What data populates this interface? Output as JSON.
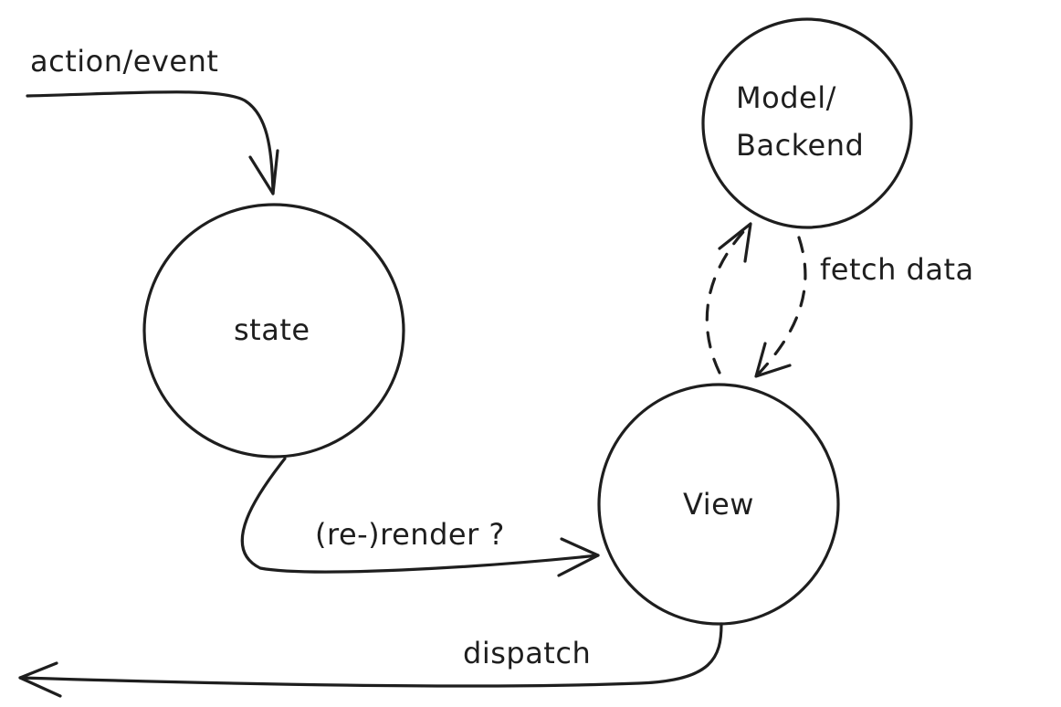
{
  "diagram": {
    "nodes": [
      {
        "id": "state",
        "label": "state"
      },
      {
        "id": "model",
        "label_lines": [
          "Model/",
          "Backend"
        ]
      },
      {
        "id": "view",
        "label": "View"
      }
    ],
    "edges": [
      {
        "id": "action-event",
        "label": "action/event",
        "to": "state"
      },
      {
        "id": "re-render",
        "label": "(re-)render ?",
        "from": "state",
        "to": "view"
      },
      {
        "id": "fetch-data",
        "label": "fetch data",
        "from": "model",
        "to": "view",
        "style": "dashed"
      },
      {
        "id": "view-to-model",
        "label": "",
        "from": "view",
        "to": "model",
        "style": "dashed"
      },
      {
        "id": "dispatch",
        "label": "dispatch",
        "from": "view"
      }
    ]
  }
}
